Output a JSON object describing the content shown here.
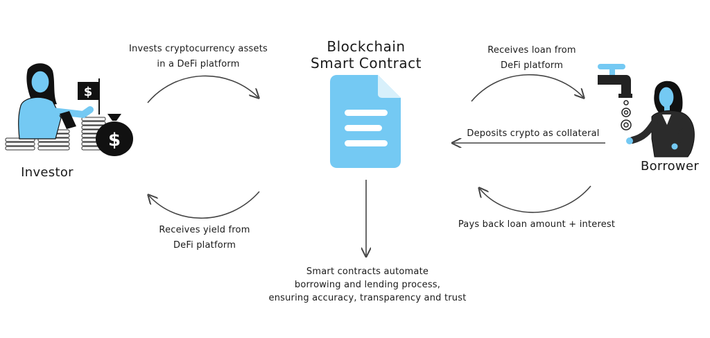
{
  "title": {
    "line1": "Blockchain",
    "line2": "Smart Contract"
  },
  "investor": {
    "label": "Investor"
  },
  "borrower": {
    "label": "Borrower"
  },
  "flows": {
    "invest": {
      "line1": "Invests cryptocurrency assets",
      "line2": "in a DeFi platform"
    },
    "yield": {
      "line1": "Receives yield from",
      "line2": "DeFi platform"
    },
    "loan": {
      "line1": "Receives loan from",
      "line2": "DeFi platform"
    },
    "collateral": {
      "line1": "Deposits crypto as collateral"
    },
    "payback": {
      "line1": "Pays back loan amount + interest"
    }
  },
  "footer": {
    "line1": "Smart contracts automate",
    "line2": "borrowing and lending process,",
    "line3": "ensuring accuracy, transparency and trust"
  },
  "icons": {
    "document": "document-icon",
    "dollar": "dollar-sign",
    "tap": "tap-icon",
    "coin": "crypto-coin-icon"
  },
  "colors": {
    "accent_blue": "#74c9f3",
    "arrow": "#444444",
    "ink": "#1a1a1a"
  }
}
